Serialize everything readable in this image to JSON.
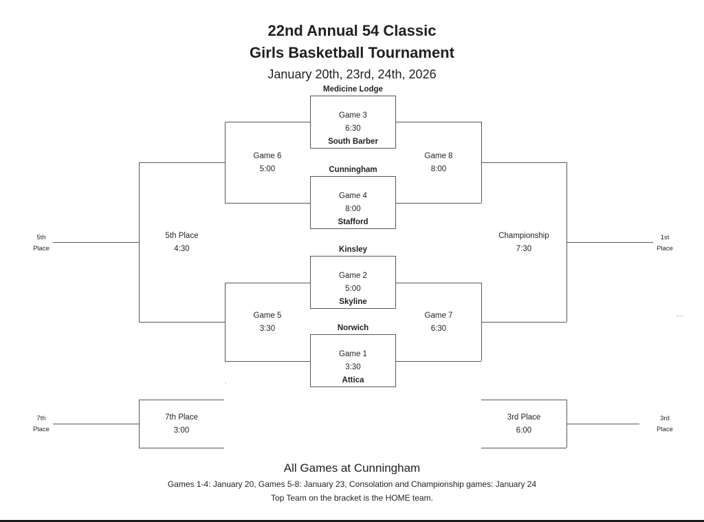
{
  "header": {
    "title": "22nd Annual 54 Classic",
    "subtitle": "Girls Basketball Tournament",
    "dates": "January 20th, 23rd, 24th, 2026"
  },
  "bracket": {
    "first_round": [
      {
        "home": "Medicine Lodge",
        "label": "Game 3",
        "time": "6:30",
        "away": "South Barber"
      },
      {
        "home": "Cunningham",
        "label": "Game 4",
        "time": "8:00",
        "away": "Stafford"
      },
      {
        "home": "Kinsley",
        "label": "Game 2",
        "time": "5:00",
        "away": "Skyline"
      },
      {
        "home": "Norwich",
        "label": "Game 1",
        "time": "3:30",
        "away": "Attica"
      }
    ],
    "second_round": [
      {
        "label": "Game 6",
        "time": "5:00"
      },
      {
        "label": "Game 8",
        "time": "8:00"
      },
      {
        "label": "Game 5",
        "time": "3:30"
      },
      {
        "label": "Game 7",
        "time": "6:30"
      }
    ],
    "finals": [
      {
        "label": "5th Place",
        "time": "4:30"
      },
      {
        "label": "Championship",
        "time": "7:30"
      },
      {
        "label": "7th Place",
        "time": "3:00"
      },
      {
        "label": "3rd Place",
        "time": "6:00"
      }
    ],
    "edge_labels": [
      {
        "top": "5th",
        "bottom": "Place"
      },
      {
        "top": "1st",
        "bottom": "Place"
      },
      {
        "top": "7th",
        "bottom": "Place"
      },
      {
        "top": "3rd",
        "bottom": "Place"
      }
    ],
    "misc": {
      "dot": ".",
      "ellipsis": "..."
    }
  },
  "footer": {
    "venue": "All Games at Cunningham",
    "schedule_note": "Games 1-4: January 20, Games 5-8: January 23, Consolation and Championship games: January 24",
    "home_note": "Top Team on the bracket is the HOME team."
  }
}
